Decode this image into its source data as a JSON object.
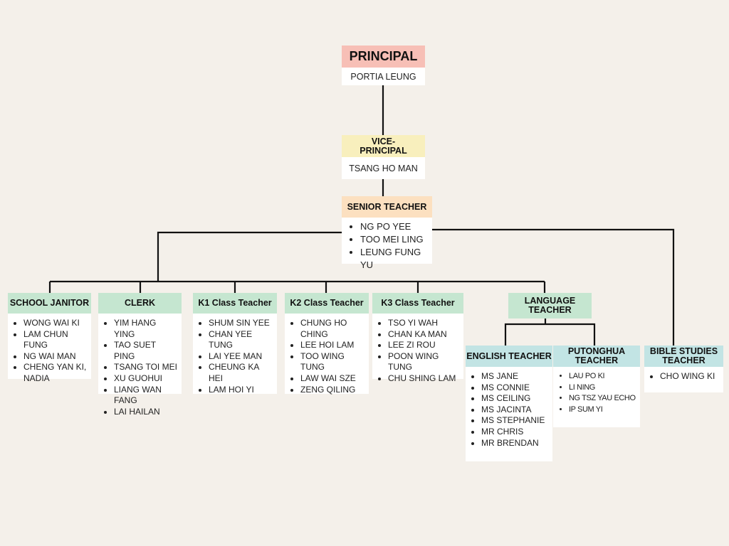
{
  "principal": {
    "title": "PRINCIPAL",
    "name": "PORTIA LEUNG"
  },
  "vice_principal": {
    "title": "VICE-PRINCIPAL",
    "name": "TSANG HO MAN"
  },
  "senior_teacher": {
    "title": "SENIOR TEACHER",
    "members": [
      "NG PO YEE",
      "TOO MEI LING",
      "LEUNG FUNG YU"
    ]
  },
  "groups": [
    {
      "title": "SCHOOL JANITOR",
      "members": [
        "WONG WAI KI",
        "LAM CHUN FUNG",
        "NG WAI MAN",
        "CHENG YAN KI, NADIA"
      ]
    },
    {
      "title": "CLERK",
      "members": [
        "YIM HANG YING",
        "TAO SUET PING",
        "TSANG TOI MEI",
        "XU GUOHUI",
        "LIANG WAN FANG",
        "LAI HAILAN"
      ]
    },
    {
      "title": "K1 Class Teacher",
      "members": [
        "SHUM SIN YEE",
        "CHAN YEE TUNG",
        "LAI YEE MAN",
        "CHEUNG KA HEI",
        "LAM HOI YI"
      ]
    },
    {
      "title": "K2 Class Teacher",
      "members": [
        "CHUNG HO CHING",
        "LEE HOI LAM",
        "TOO WING TUNG",
        "LAW WAI SZE",
        "ZENG QILING"
      ]
    },
    {
      "title": "K3 Class Teacher",
      "members": [
        "TSO YI WAH",
        "CHAN KA MAN",
        "LEE ZI ROU",
        "POON WING TUNG",
        "CHU SHING LAM"
      ]
    }
  ],
  "language_teacher": {
    "title": "LANGUAGE TEACHER"
  },
  "english_teacher": {
    "title": "ENGLISH TEACHER",
    "members": [
      "MS JANE",
      "MS CONNIE",
      "MS CEILING",
      "MS JACINTA",
      "MS STEPHANIE",
      "MR CHRIS",
      "MR BRENDAN"
    ]
  },
  "putonghua_teacher": {
    "title": "PUTONGHUA TEACHER",
    "members": [
      "LAU PO KI",
      "LI NING",
      "NG TSZ YAU ECHO",
      "IP SUM YI"
    ]
  },
  "bible_teacher": {
    "title": "BIBLE STUDIES TEACHER",
    "members": [
      "CHO WING KI"
    ]
  }
}
